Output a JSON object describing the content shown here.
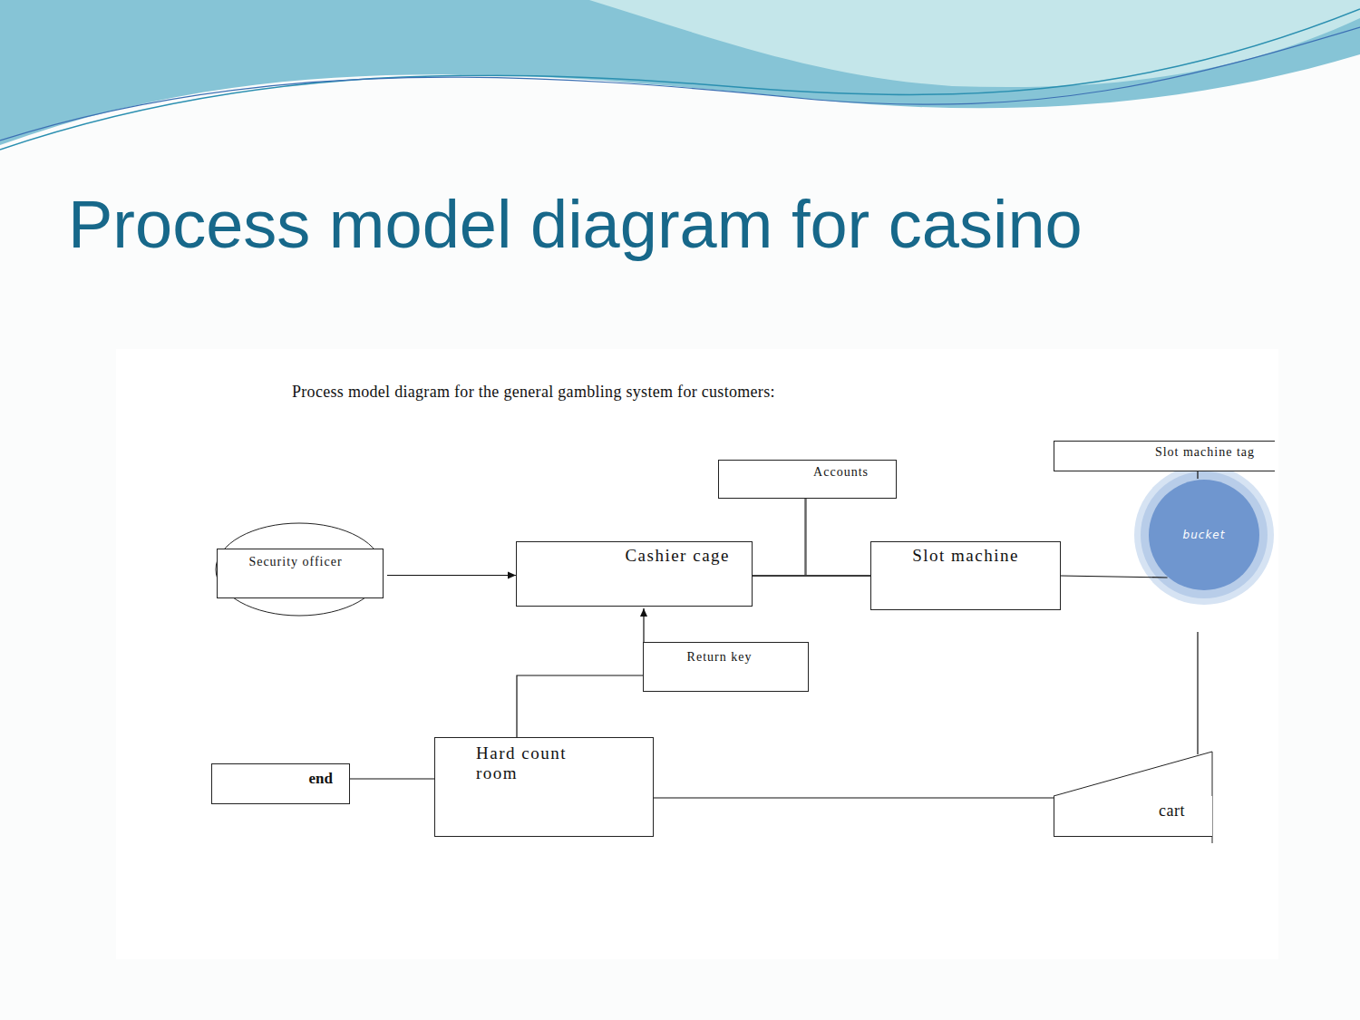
{
  "diagram": {
    "title": "Process model diagram for casino",
    "caption": "Process model diagram for the general gambling system for customers:",
    "nodes": [
      {
        "text": [
          "Security officer"
        ]
      },
      {
        "text": [
          "Accounts"
        ]
      },
      {
        "text": [
          "Slot machine tag"
        ]
      },
      {
        "text": [
          "Cashier cage"
        ]
      },
      {
        "text": [
          "Slot machine"
        ]
      },
      {
        "text": [
          "bucket"
        ]
      },
      {
        "text": [
          "Return key"
        ]
      },
      {
        "text": [
          "end"
        ]
      },
      {
        "text": [
          "Hard count room"
        ]
      },
      {
        "text": [
          "cart"
        ]
      }
    ],
    "edges": [
      {
        "from": 0,
        "to": 3,
        "arrow": "to"
      },
      {
        "from": 1,
        "to": 3,
        "arrow": "none"
      },
      {
        "from": 1,
        "to": 4,
        "arrow": "none"
      },
      {
        "from": 3,
        "to": 4,
        "arrow": "none"
      },
      {
        "from": 2,
        "to": 5,
        "arrow": "none"
      },
      {
        "from": 4,
        "to": 5,
        "arrow": "none"
      },
      {
        "from": 5,
        "to": 9,
        "arrow": "none"
      },
      {
        "from": 9,
        "to": 8,
        "arrow": "none"
      },
      {
        "from": 8,
        "to": 6,
        "arrow": "none"
      },
      {
        "from": 6,
        "to": 3,
        "arrow": "to"
      },
      {
        "from": 7,
        "to": 8,
        "arrow": "none"
      }
    ]
  }
}
